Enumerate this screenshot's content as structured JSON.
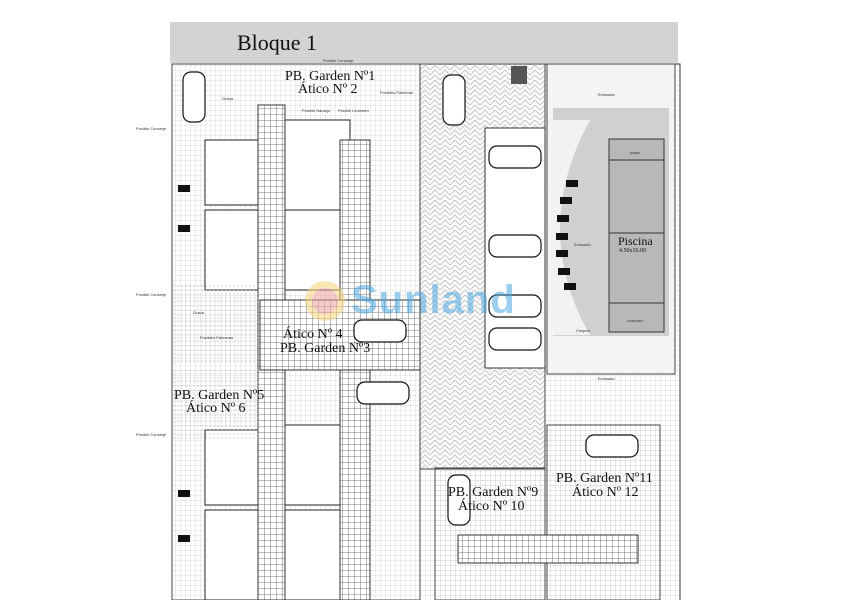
{
  "block_title": "Bloque 1",
  "units": {
    "u1": "PB. Garden Nº1",
    "u2": "Ático Nº 2",
    "u3": "PB. Garden Nº3",
    "u4": "Ático Nº 4",
    "u5": "PB. Garden Nº5",
    "u6": "Ático Nº 6",
    "u9": "PB. Garden Nº9",
    "u10": "Ático Nº 10",
    "u11": "PB. Garden Nº11",
    "u12": "Ático Nº 12"
  },
  "pool": {
    "label": "Piscina",
    "dimensions": "4.50x16.00",
    "beach": "playa",
    "shallow": "chapoteo"
  },
  "small_labels": {
    "paving": "Enlosado",
    "lawn": "Césped",
    "gravel": "Grava",
    "concierge": "Posible Conserje",
    "palms": "Posibles Palmeras",
    "orange": "Posible Naranjo",
    "lemon": "Posible Limonero"
  },
  "watermark": "Sunland"
}
